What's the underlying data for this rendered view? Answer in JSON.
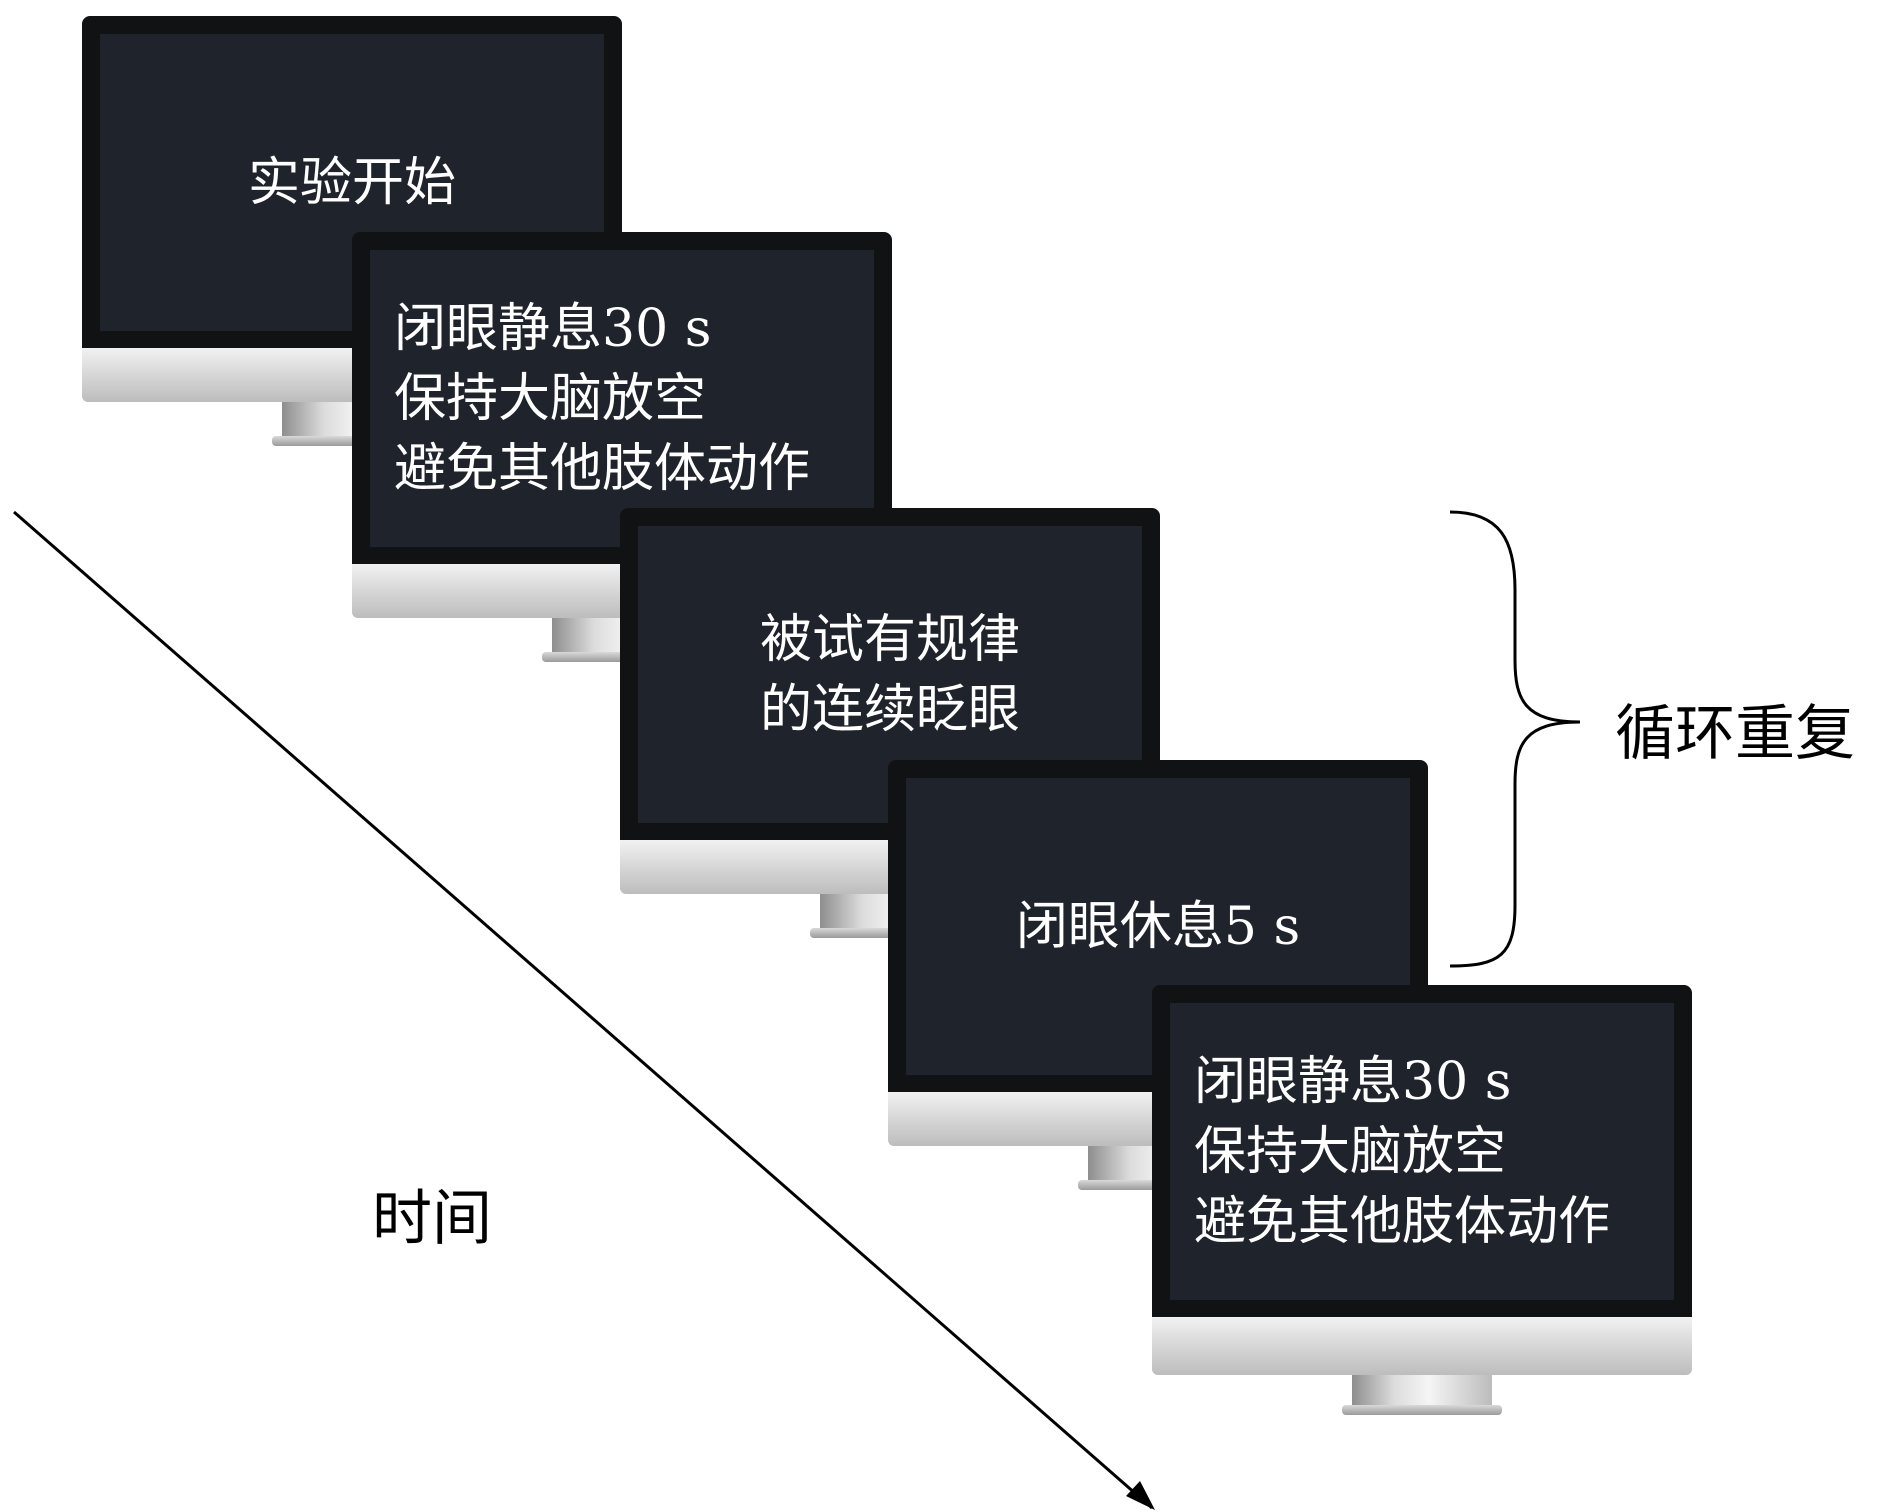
{
  "colors": {
    "bezel": "#111214",
    "screen": "#1f232b",
    "screen_text": "#ffffff",
    "stand": "#c8c8c8",
    "line": "#000000"
  },
  "screens": [
    {
      "lines": [
        "实验开始"
      ]
    },
    {
      "lines": [
        "闭眼静息30 s",
        "保持大脑放空",
        "避免其他肢体动作"
      ]
    },
    {
      "lines": [
        "被试有规律",
        "的连续眨眼"
      ]
    },
    {
      "lines": [
        "闭眼休息5 s"
      ]
    },
    {
      "lines": [
        "闭眼静息30 s",
        "保持大脑放空",
        "避免其他肢体动作"
      ]
    }
  ],
  "labels": {
    "loop": "循环重复",
    "time": "时间"
  },
  "icons": {
    "time_axis": "arrow-icon",
    "loop_bracket": "curly-brace-icon"
  }
}
